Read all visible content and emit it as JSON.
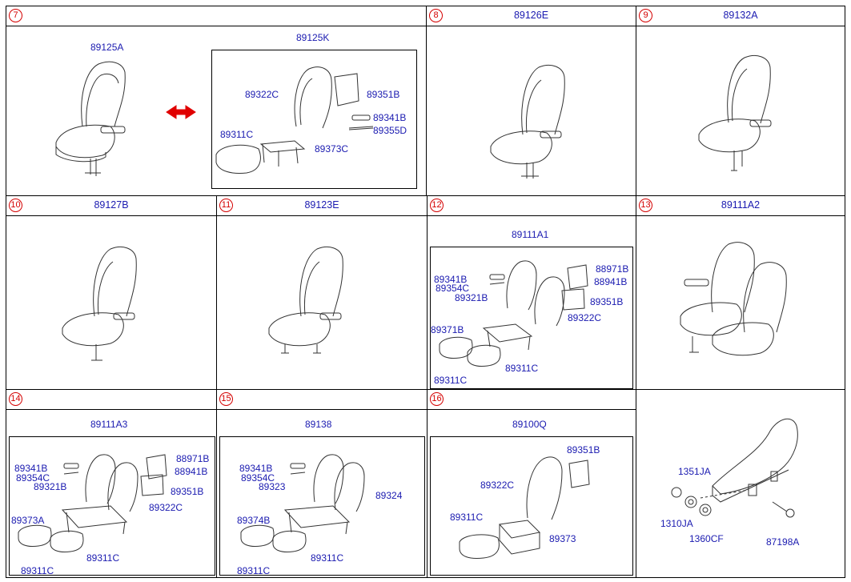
{
  "panels": [
    {
      "num": "7",
      "code": "89125A",
      "sub_code": "89125K",
      "parts": [
        "89322C",
        "89351B",
        "89341B",
        "89355D",
        "89311C",
        "89373C"
      ]
    },
    {
      "num": "8",
      "code": "89126E"
    },
    {
      "num": "9",
      "code": "89132A"
    },
    {
      "num": "10",
      "code": "89127B"
    },
    {
      "num": "11",
      "code": "89123E"
    },
    {
      "num": "12",
      "code": "89111A1",
      "parts": [
        "89341B",
        "89354C",
        "89321B",
        "88971B",
        "88941B",
        "89351B",
        "89322C",
        "89371B",
        "89311C",
        "89311C"
      ]
    },
    {
      "num": "13",
      "code": "89111A2"
    },
    {
      "num": "14",
      "code": "89111A3",
      "parts": [
        "89341B",
        "89354C",
        "89321B",
        "88971B",
        "88941B",
        "89351B",
        "89322C",
        "89373A",
        "89311C",
        "89311C"
      ]
    },
    {
      "num": "15",
      "code": "89138",
      "parts": [
        "89341B",
        "89354C",
        "89323",
        "89324",
        "89374B",
        "89311C",
        "89311C"
      ]
    },
    {
      "num": "16",
      "code": "89100Q",
      "parts": [
        "89351B",
        "89322C",
        "89311C",
        "89373"
      ]
    },
    {
      "num": "",
      "code": "",
      "parts": [
        "1351JA",
        "1310JA",
        "1360CF",
        "87198A"
      ]
    }
  ],
  "colors": {
    "label": "#1a1ab0",
    "number": "#d40000",
    "arrow": "#e00000"
  }
}
